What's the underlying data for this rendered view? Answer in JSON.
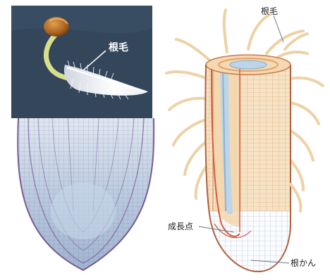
{
  "labels": {
    "photo_root_hair": "根毛",
    "drawing_root_hair": "根毛",
    "growth_point": "成長点",
    "root_cap": "根かん"
  }
}
